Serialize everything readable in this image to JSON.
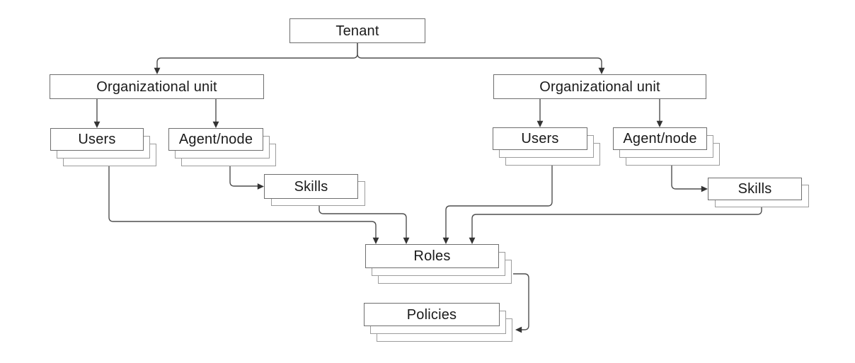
{
  "diagram": {
    "description": "Tenant hierarchy diagram",
    "nodes": {
      "tenant": {
        "label": "Tenant",
        "stacked": false,
        "layers": 1
      },
      "ou_left": {
        "label": "Organizational unit",
        "stacked": false,
        "layers": 1
      },
      "ou_right": {
        "label": "Organizational unit",
        "stacked": false,
        "layers": 1
      },
      "users_left": {
        "label": "Users",
        "stacked": true,
        "layers": 3
      },
      "agent_left": {
        "label": "Agent/node",
        "stacked": true,
        "layers": 3
      },
      "users_right": {
        "label": "Users",
        "stacked": true,
        "layers": 3
      },
      "agent_right": {
        "label": "Agent/node",
        "stacked": true,
        "layers": 3
      },
      "skills_left": {
        "label": "Skills",
        "stacked": true,
        "layers": 2
      },
      "skills_right": {
        "label": "Skills",
        "stacked": true,
        "layers": 2
      },
      "roles": {
        "label": "Roles",
        "stacked": true,
        "layers": 3
      },
      "policies": {
        "label": "Policies",
        "stacked": true,
        "layers": 3
      }
    },
    "edges": [
      {
        "from": "tenant",
        "to": "ou_left"
      },
      {
        "from": "tenant",
        "to": "ou_right"
      },
      {
        "from": "ou_left",
        "to": "users_left"
      },
      {
        "from": "ou_left",
        "to": "agent_left"
      },
      {
        "from": "ou_right",
        "to": "users_right"
      },
      {
        "from": "ou_right",
        "to": "agent_right"
      },
      {
        "from": "agent_left",
        "to": "skills_left"
      },
      {
        "from": "agent_right",
        "to": "skills_right"
      },
      {
        "from": "users_left",
        "to": "roles"
      },
      {
        "from": "skills_left",
        "to": "roles"
      },
      {
        "from": "users_right",
        "to": "roles"
      },
      {
        "from": "skills_right",
        "to": "roles"
      },
      {
        "from": "roles",
        "to": "policies"
      }
    ],
    "colors": {
      "bg": "#ffffff",
      "box_fill": "#ffffff",
      "box_border": "#6e6e6e",
      "stack_border": "#9c9c9c",
      "line": "#4f4f4f",
      "arrow": "#333333",
      "text": "#1a1a1a"
    }
  }
}
